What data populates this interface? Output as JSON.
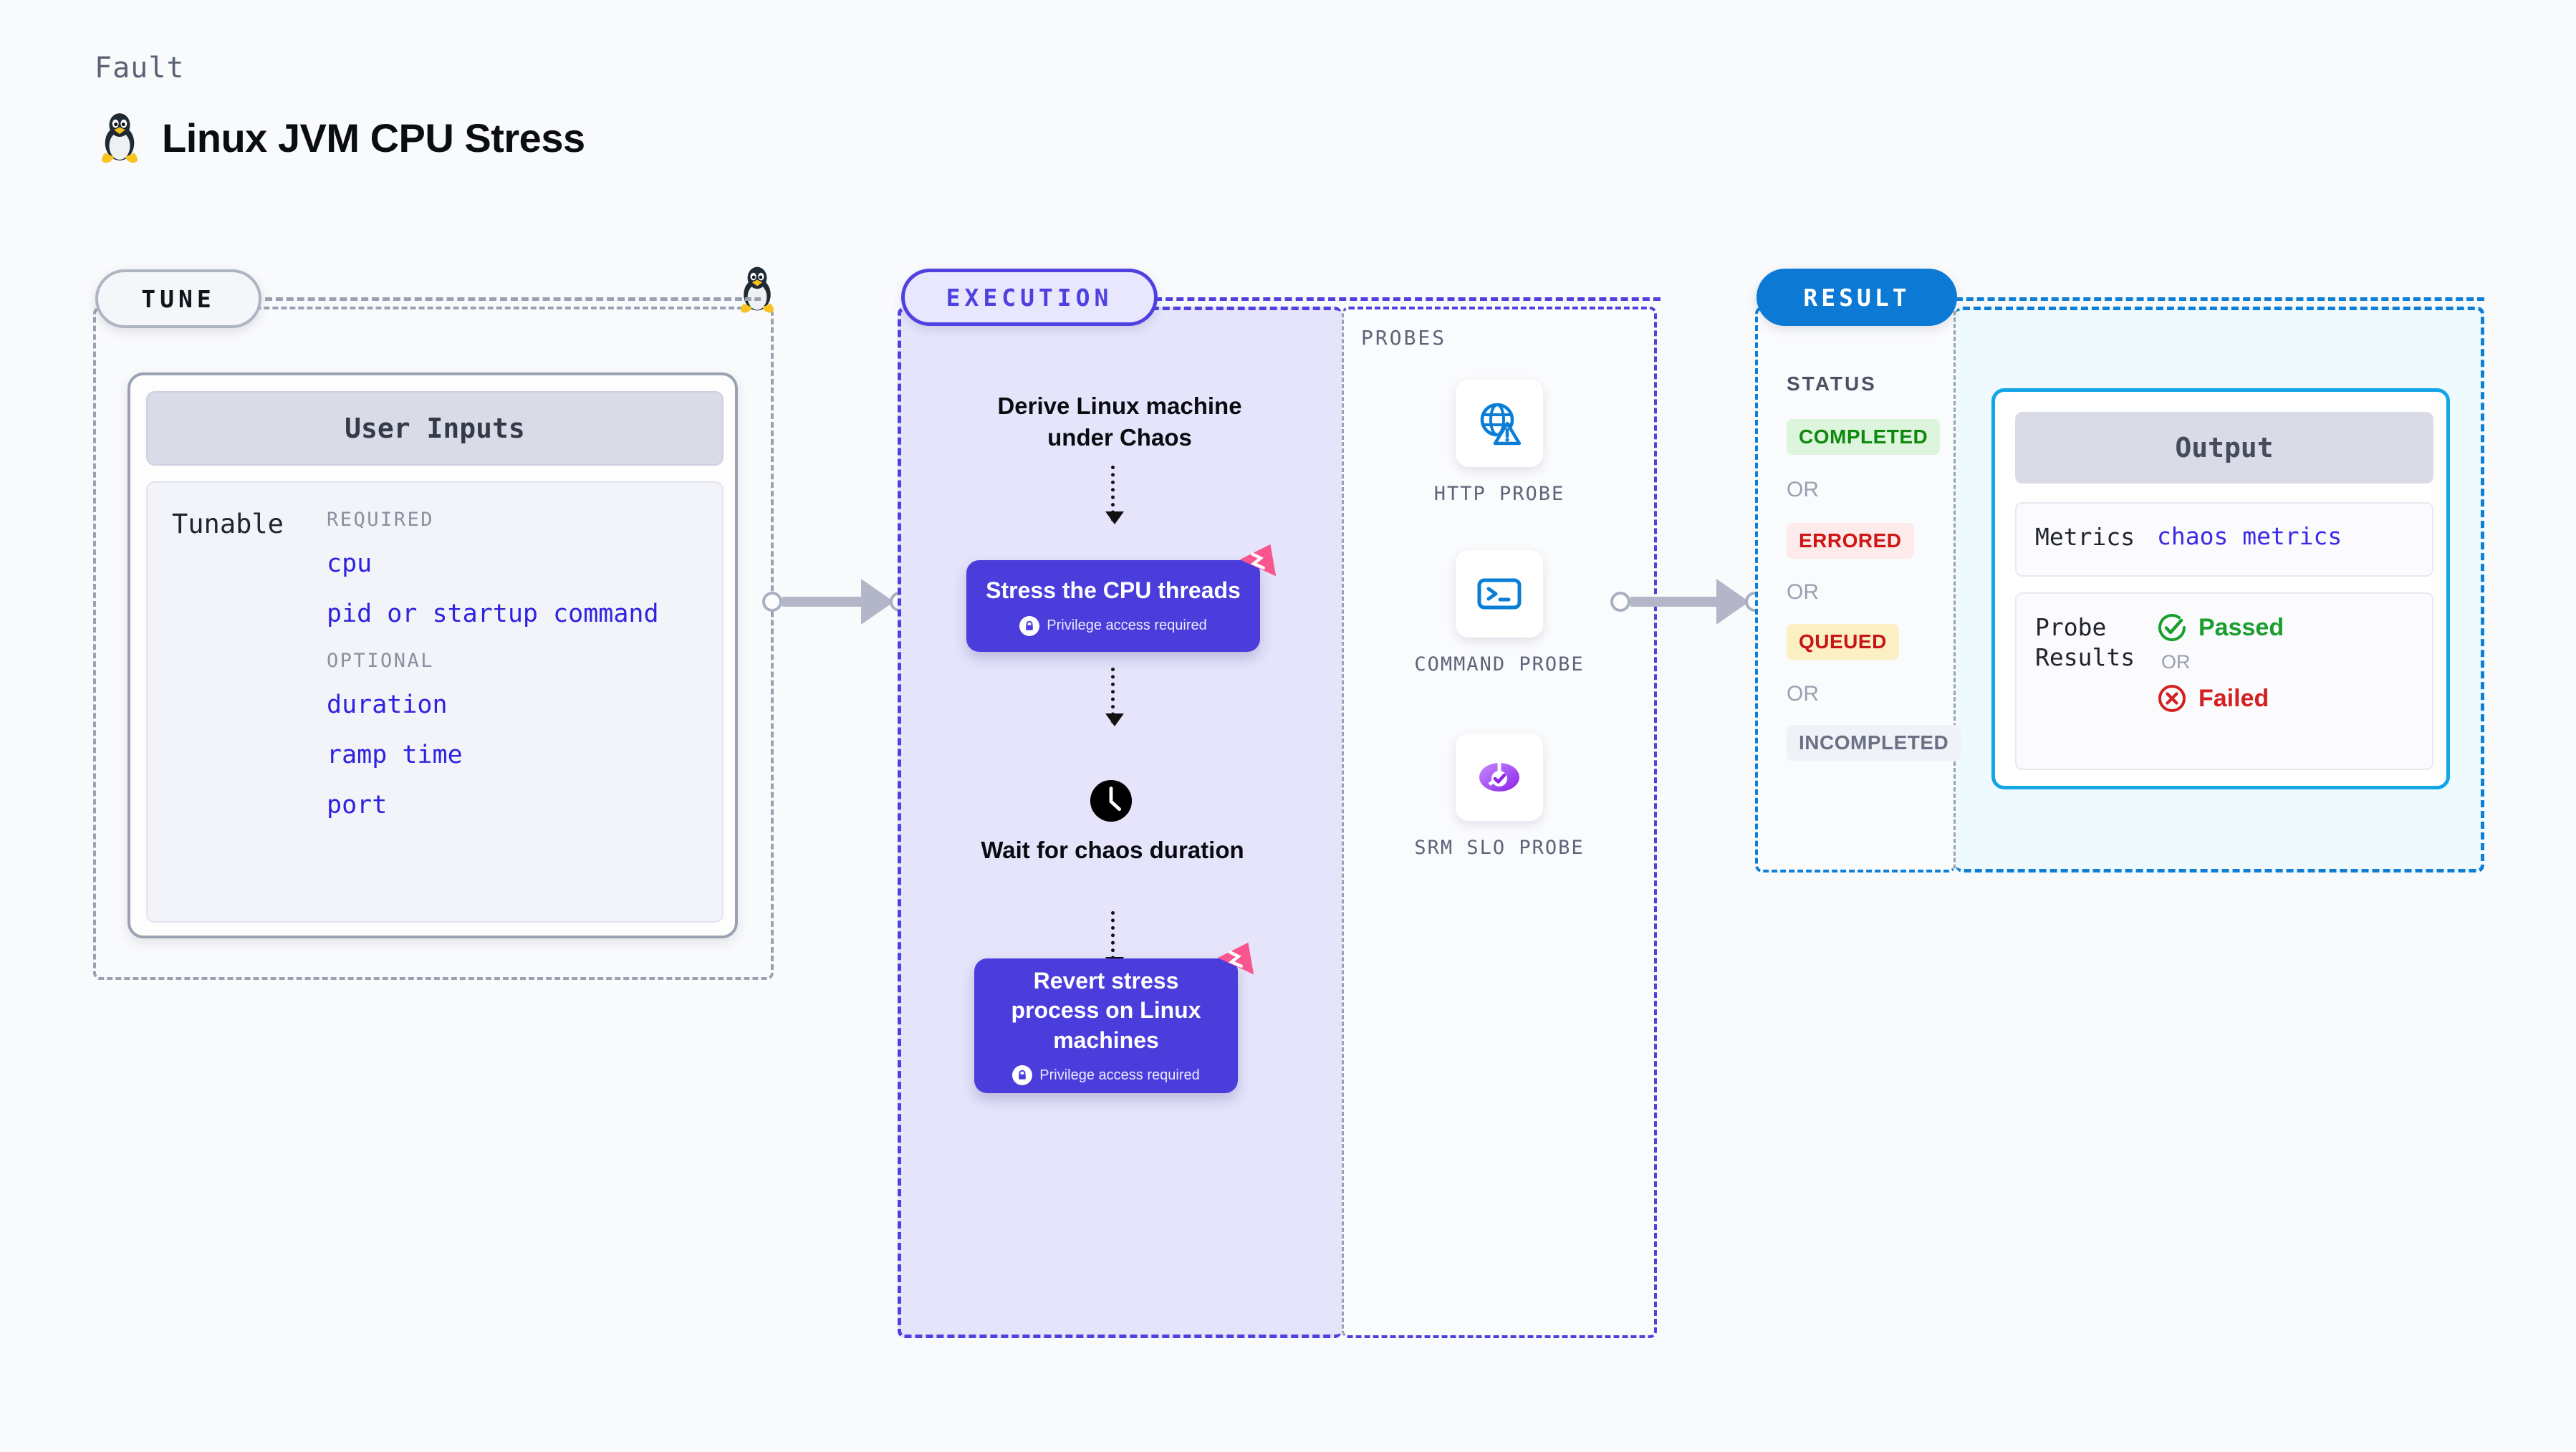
{
  "header": {
    "kicker": "Fault",
    "title": "Linux JVM CPU Stress",
    "icon": "linux-penguin-icon"
  },
  "tune": {
    "pill_label": "TUNE",
    "card_title": "User Inputs",
    "tunable_label": "Tunable",
    "required_label": "REQUIRED",
    "optional_label": "OPTIONAL",
    "required": [
      "cpu",
      "pid or startup command"
    ],
    "optional": [
      "duration",
      "ramp time",
      "port"
    ]
  },
  "execution": {
    "pill_label": "EXECUTION",
    "steps": [
      {
        "type": "text",
        "label": "Derive Linux machine under Chaos"
      },
      {
        "type": "box",
        "label": "Stress the CPU threads",
        "privilege": "Privilege access required",
        "badge": "chaos-fault-icon"
      },
      {
        "type": "clock",
        "label": "Wait for chaos duration",
        "icon": "clock-icon"
      },
      {
        "type": "box",
        "label": "Revert stress process on Linux machines",
        "privilege": "Privilege access required",
        "badge": "chaos-fault-icon"
      }
    ]
  },
  "probes": {
    "heading": "PROBES",
    "items": [
      {
        "label": "HTTP PROBE",
        "icon": "globe-warning-icon"
      },
      {
        "label": "COMMAND PROBE",
        "icon": "terminal-icon"
      },
      {
        "label": "SRM SLO PROBE",
        "icon": "srm-slo-icon"
      }
    ]
  },
  "result": {
    "pill_label": "RESULT",
    "status_heading": "STATUS",
    "or_label": "OR",
    "statuses": [
      {
        "label": "COMPLETED",
        "bg": "#dcf5dc",
        "fg": "#10880f"
      },
      {
        "label": "ERRORED",
        "bg": "#fdeaea",
        "fg": "#cf1515"
      },
      {
        "label": "QUEUED",
        "bg": "#fdefc4",
        "fg": "#c61515"
      },
      {
        "label": "INCOMPLETED",
        "bg": "#f1f2f7",
        "fg": "#6b7184"
      }
    ]
  },
  "output": {
    "title": "Output",
    "metrics_key": "Metrics",
    "metrics_value": "chaos metrics",
    "probe_results_key": "Probe Results",
    "passed_label": "Passed",
    "failed_label": "Failed",
    "or_label": "OR",
    "passed_color": "#1a9e2e",
    "failed_color": "#d32020"
  },
  "colors": {
    "violet": "#4f41e0",
    "violet_box": "#4a3ddb",
    "blue": "#0c79d4",
    "cyan": "#12a5e8",
    "pink": "#f9558f",
    "gray_dash": "#9aa2b1"
  }
}
